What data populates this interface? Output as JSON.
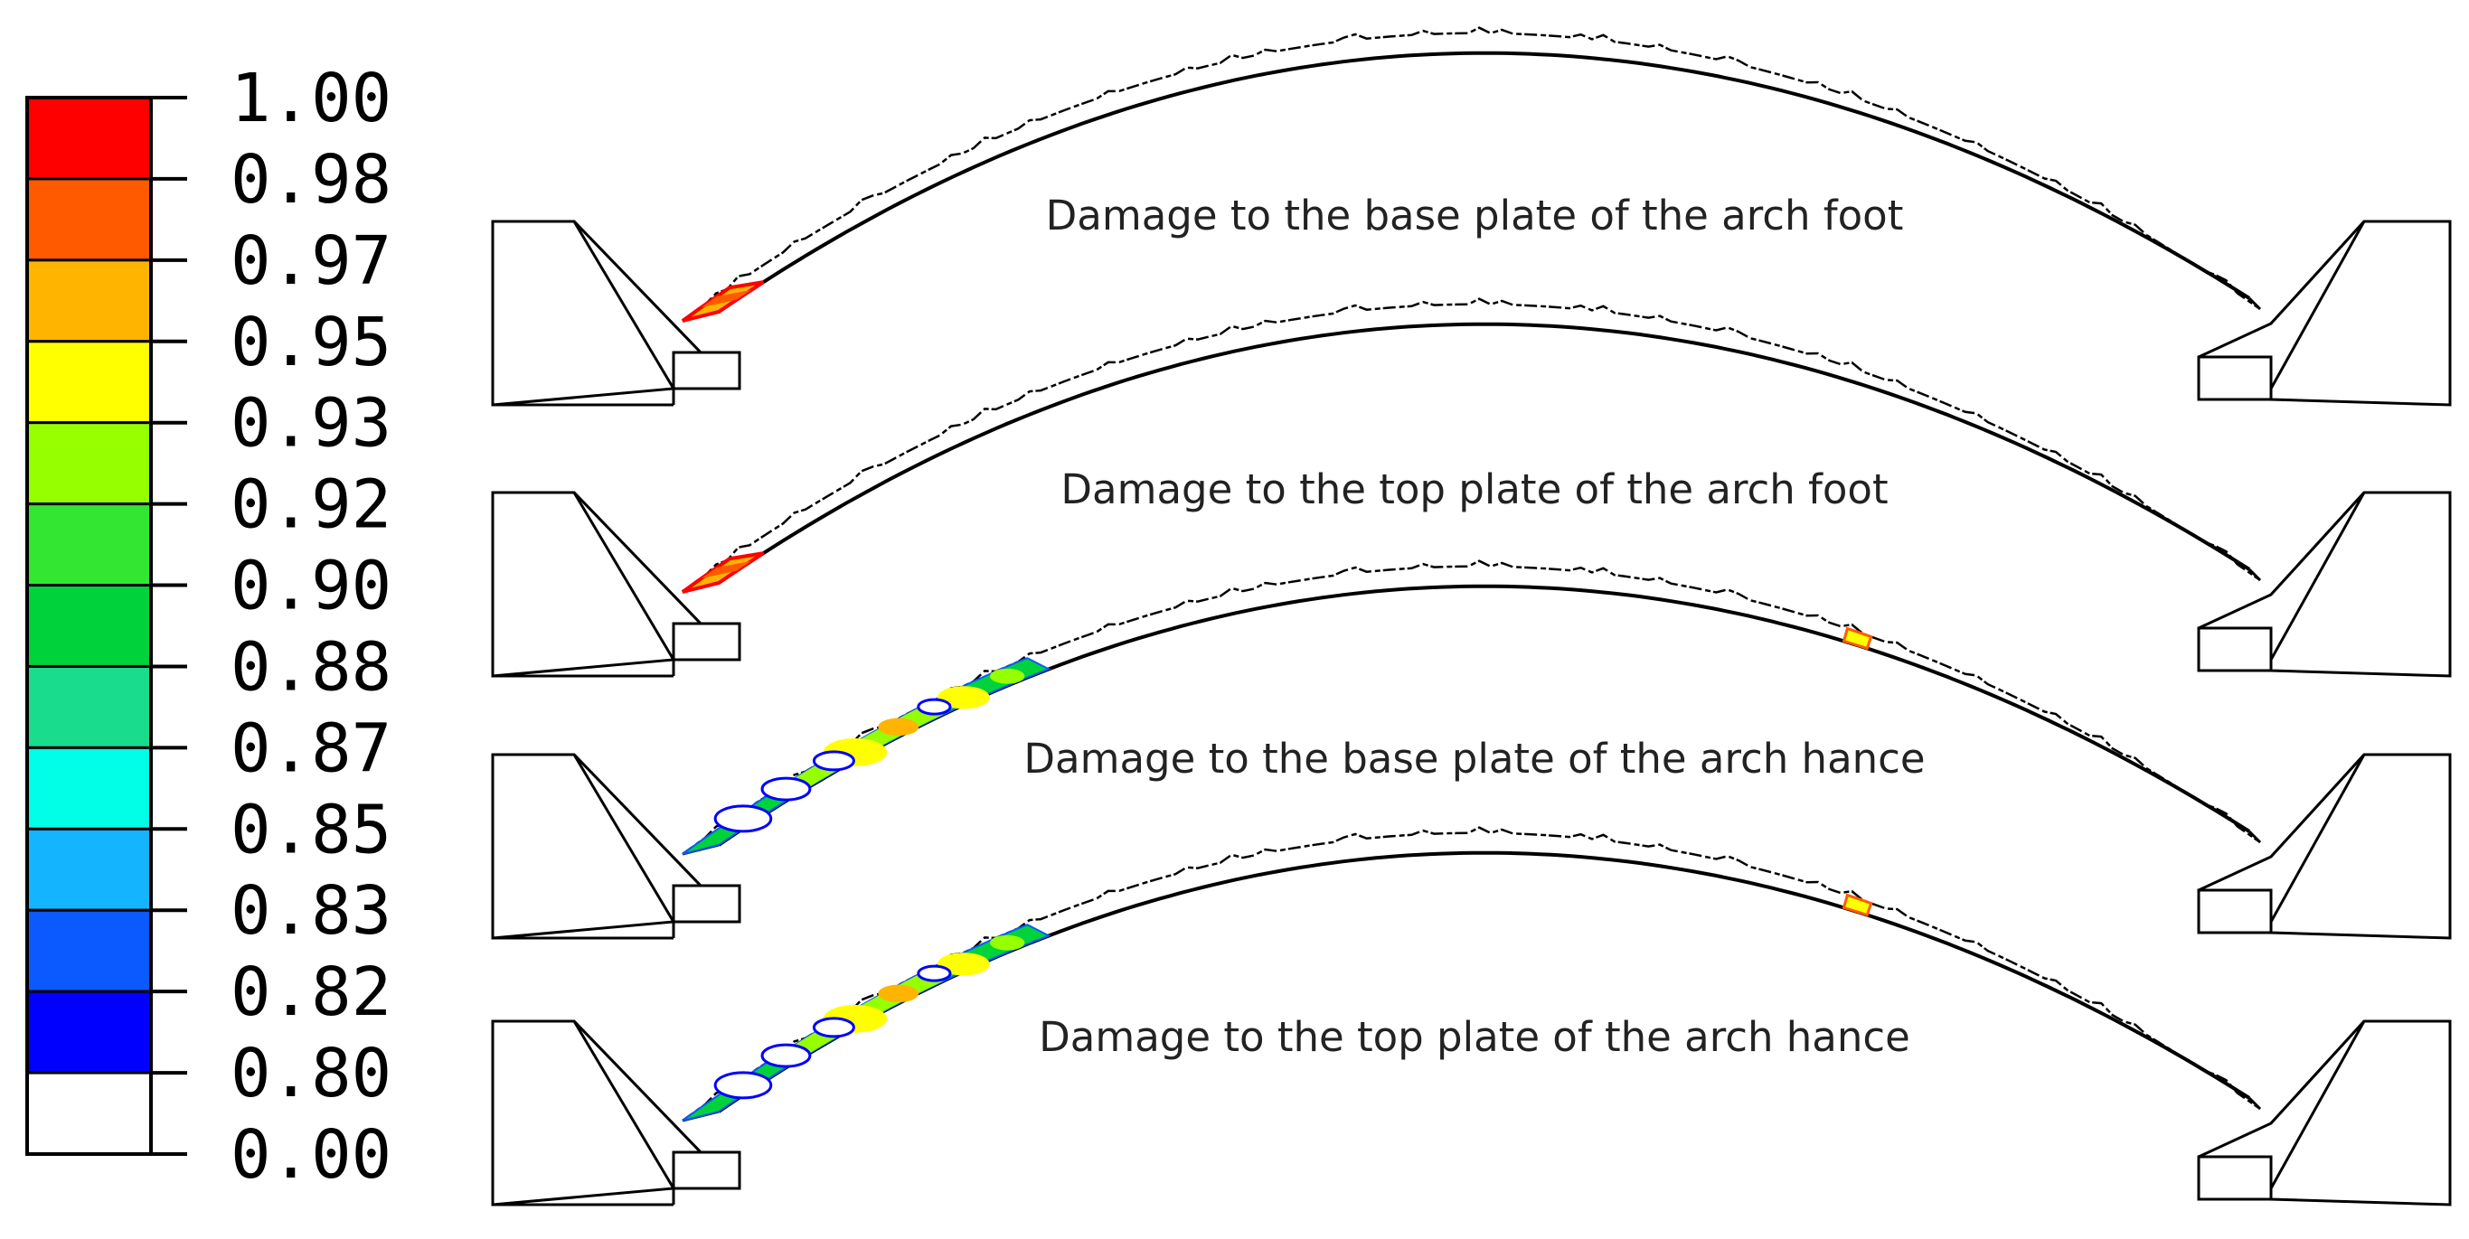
{
  "legend": {
    "bins": [
      {
        "color": "#ff0000"
      },
      {
        "color": "#ff5a00"
      },
      {
        "color": "#ffb400"
      },
      {
        "color": "#ffff00"
      },
      {
        "color": "#96ff00"
      },
      {
        "color": "#32e632"
      },
      {
        "color": "#00d23c"
      },
      {
        "color": "#19dc8c"
      },
      {
        "color": "#00ffe6"
      },
      {
        "color": "#14b4ff"
      },
      {
        "color": "#0a5aff"
      },
      {
        "color": "#0000ff"
      },
      {
        "color": "#ffffff"
      }
    ],
    "labels": [
      "1.00",
      "0.98",
      "0.97",
      "0.95",
      "0.93",
      "0.92",
      "0.90",
      "0.88",
      "0.87",
      "0.85",
      "0.83",
      "0.82",
      "0.80",
      "0.00"
    ]
  },
  "panels": [
    {
      "caption": "Damage to the base plate of the arch foot",
      "damage": "foot"
    },
    {
      "caption": "Damage to the top plate of the arch foot",
      "damage": "foot"
    },
    {
      "caption": "Damage to the base plate of the arch hance",
      "damage": "hance"
    },
    {
      "caption": "Damage to the top plate of the arch hance",
      "damage": "hance"
    }
  ]
}
